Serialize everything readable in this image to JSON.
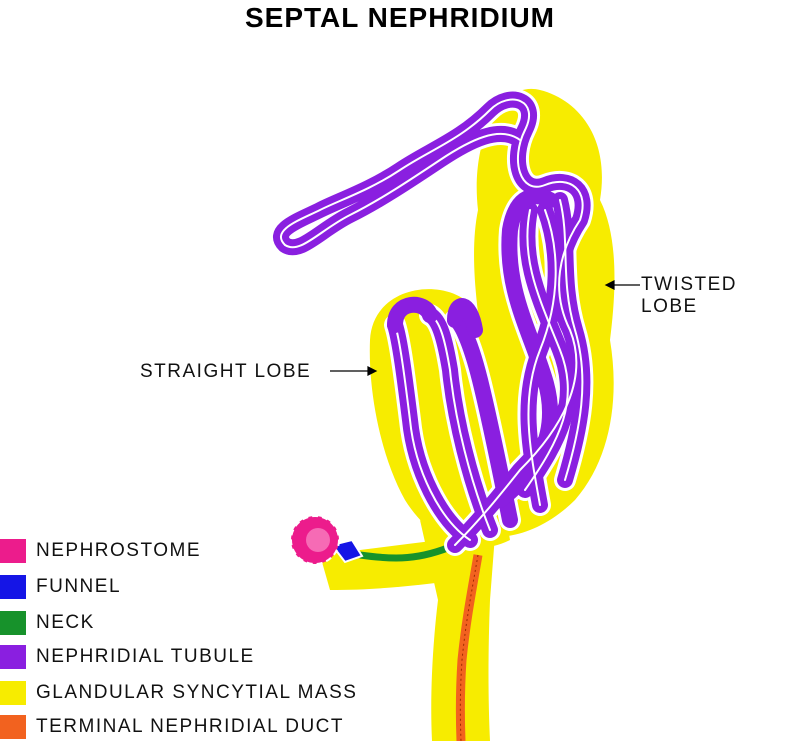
{
  "title": "SEPTAL NEPHRIDIUM",
  "labels": {
    "twisted_lobe": "TWISTED LOBE",
    "straight_lobe": "STRAIGHT LOBE"
  },
  "legend": [
    {
      "label": "NEPHROSTOME",
      "color": "#ec1c8c"
    },
    {
      "label": "FUNNEL",
      "color": "#1515e6"
    },
    {
      "label": "NECK",
      "color": "#17922b"
    },
    {
      "label": "NEPHRIDIAL TUBULE",
      "color": "#8a1fe0"
    },
    {
      "label": "GLANDULAR SYNCYTIAL MASS",
      "color": "#f7ec00"
    },
    {
      "label": "TERMINAL NEPHRIDIAL DUCT",
      "color": "#f2621f"
    }
  ]
}
